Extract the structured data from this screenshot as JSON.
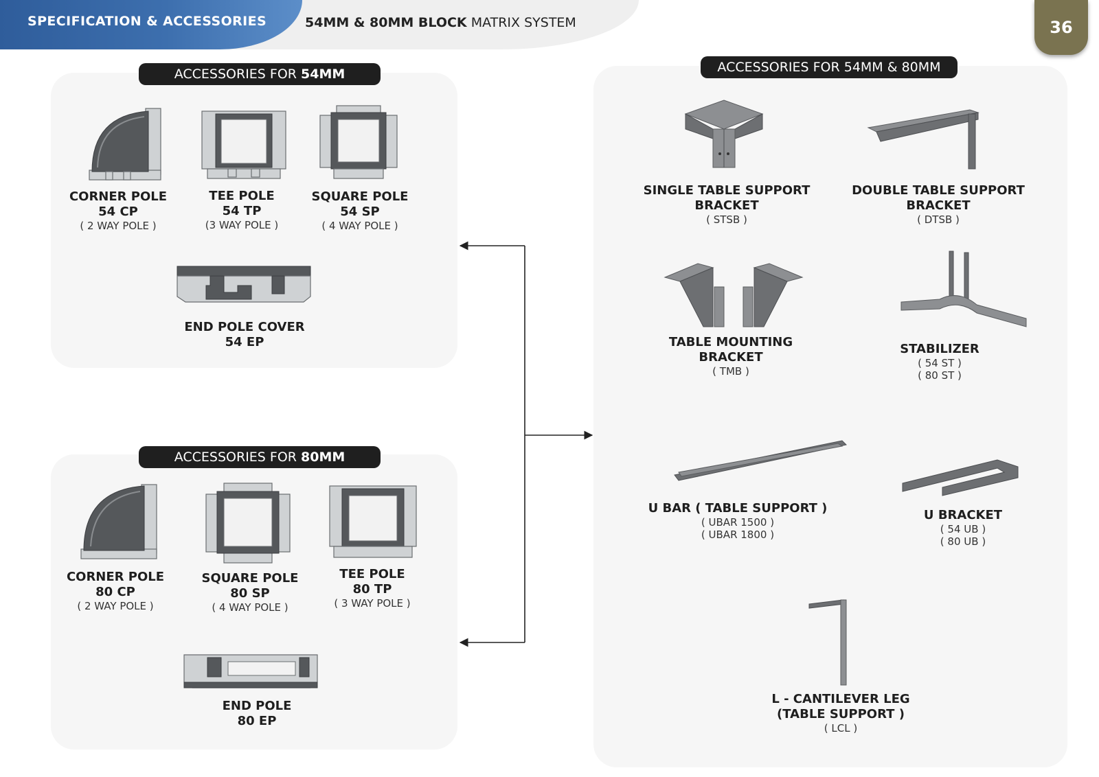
{
  "header": {
    "section": "SPECIFICATION & ACCESSORIES",
    "title_bold": "54MM & 80MM BLOCK",
    "title_light": "MATRIX SYSTEM",
    "page_number": "36"
  },
  "group54": {
    "label_light": "ACCESSORIES FOR",
    "label_bold": "54MM",
    "items": [
      {
        "name": "CORNER POLE",
        "code": "54 CP",
        "note": "( 2 WAY POLE )"
      },
      {
        "name": "TEE POLE",
        "code": "54 TP",
        "note": "(3 WAY POLE )"
      },
      {
        "name": "SQUARE POLE",
        "code": "54 SP",
        "note": "( 4 WAY POLE )"
      },
      {
        "name": "END POLE COVER",
        "code": "54 EP"
      }
    ]
  },
  "group80": {
    "label_light": "ACCESSORIES FOR",
    "label_bold": "80MM",
    "items": [
      {
        "name": "CORNER POLE",
        "code": "80 CP",
        "note": "( 2 WAY POLE )"
      },
      {
        "name": "SQUARE POLE",
        "code": "80 SP",
        "note": "( 4 WAY POLE )"
      },
      {
        "name": "TEE POLE",
        "code": "80 TP",
        "note": "( 3 WAY POLE )"
      },
      {
        "name": "END POLE",
        "code": "80 EP"
      }
    ]
  },
  "shared": {
    "label": "ACCESSORIES FOR 54MM & 80MM",
    "items": [
      {
        "name1": "SINGLE TABLE SUPPORT",
        "name2": "BRACKET",
        "code": "( STSB )"
      },
      {
        "name1": "DOUBLE TABLE SUPPORT",
        "name2": "BRACKET",
        "code": "( DTSB )"
      },
      {
        "name1": "TABLE MOUNTING",
        "name2": "BRACKET",
        "code": "( TMB )"
      },
      {
        "name1": "STABILIZER",
        "code": "( 54 ST )",
        "code2": "( 80 ST )"
      },
      {
        "name1": "U BAR  ( TABLE SUPPORT )",
        "code": "( UBAR 1500 )",
        "code2": "( UBAR 1800 )"
      },
      {
        "name1": "U BRACKET",
        "code": "( 54 UB )",
        "code2": "( 80 UB )"
      },
      {
        "name1": "L - CANTILEVER LEG",
        "name2": "(TABLE SUPPORT )",
        "code": "( LCL )"
      }
    ]
  },
  "colors": {
    "header_blue": "#3d6fae",
    "page_tab": "#7a7350",
    "pill": "#1f1f1f",
    "panel": "#f6f6f6"
  }
}
